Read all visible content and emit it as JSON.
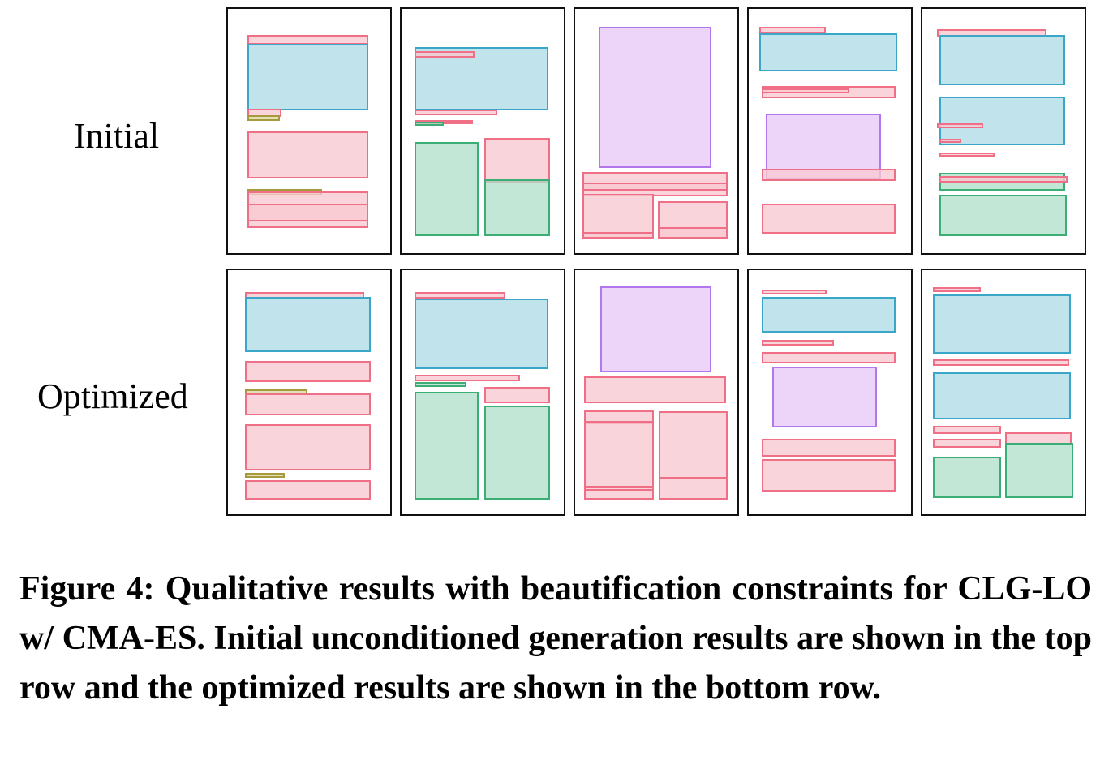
{
  "figure": {
    "row_labels": [
      "Initial",
      "Optimized"
    ],
    "caption": "Figure 4: Qualitative results with beautification constraints for CLG-LO w/ CMA-ES. Initial unconditioned generation results are shown in the top row and the optimized results are shown in the bottom row."
  },
  "element_colors": {
    "text": {
      "fill": "#f9c8d1",
      "stroke": "#ef6f87"
    },
    "image": {
      "fill": "#b0dbe6",
      "stroke": "#3ba7c8"
    },
    "table": {
      "fill": "#b1e0cc",
      "stroke": "#3aae74"
    },
    "figure": {
      "fill": "#e7c9f7",
      "stroke": "#b476ec"
    },
    "title": {
      "fill": "#d9d8a0",
      "stroke": "#a69a3c"
    }
  }
}
